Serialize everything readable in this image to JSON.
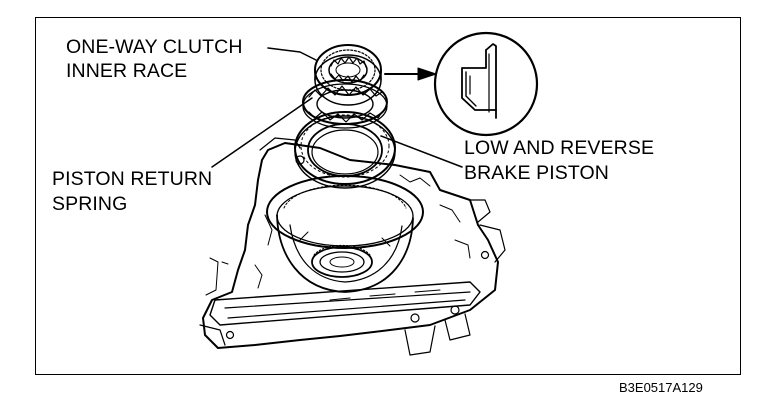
{
  "labels": {
    "one_way_clutch_line1": "ONE-WAY CLUTCH",
    "one_way_clutch_line2": "INNER RACE",
    "piston_return_line1": "PISTON RETURN",
    "piston_return_line2": "SPRING",
    "brake_piston_line1": "LOW AND REVERSE",
    "brake_piston_line2": "BRAKE PISTON"
  },
  "figure_code": "B3E0517A129",
  "colors": {
    "ink": "#000000",
    "background": "#ffffff"
  }
}
